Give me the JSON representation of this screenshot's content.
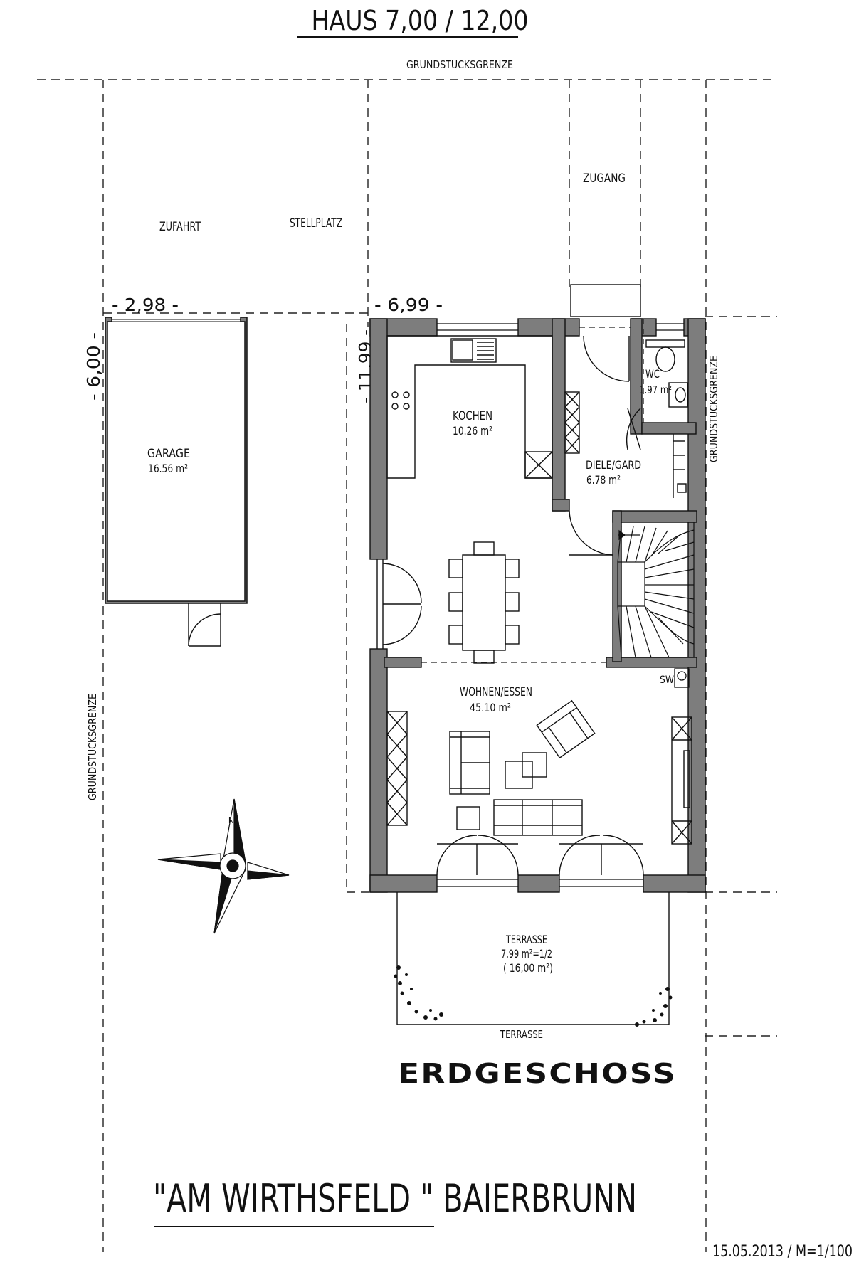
{
  "header": {
    "title": "HAUS 7,00 / 12,00"
  },
  "boundary": {
    "top": "GRUNDSTUCKSGRENZE",
    "left": "GRUNDSTUCKSGRENZE",
    "right": "GRUNDSTUCKSGRENZE"
  },
  "outdoor": {
    "zufahrt": "ZUFAHRT",
    "stellplatz": "STELLPLATZ",
    "zugang": "ZUGANG",
    "terrasse_bottom": "TERRASSE"
  },
  "dimensions": {
    "garage_width": "- 2,98 -",
    "garage_depth": "- 6,00 -",
    "house_width": "- 6,99 -",
    "house_depth": "- 11,99 -"
  },
  "rooms": {
    "garage": {
      "name": "GARAGE",
      "area": "16.56 m²"
    },
    "kochen": {
      "name": "KOCHEN",
      "area": "10.26 m²"
    },
    "wc": {
      "name": "WC",
      "area": "1.97 m²"
    },
    "diele": {
      "name": "DIELE/GARD",
      "area": "6.78 m²"
    },
    "wohnen": {
      "name": "WOHNEN/ESSEN",
      "area": "45.10 m²"
    },
    "terrasse": {
      "name": "TERRASSE",
      "area": "7.99 m²=1/2",
      "area_full": "( 16,00 m²)"
    }
  },
  "sw_label": "SW",
  "compass_label": "N",
  "floor_label": "ERDGESCHOSS",
  "project": {
    "name": "\"AM WIRTHSFELD \" BAIERBRUNN",
    "date_scale": "15.05.2013 / M=1/100"
  },
  "colors": {
    "wall": "#7d7d7d",
    "line": "#111111",
    "background": "#ffffff"
  }
}
